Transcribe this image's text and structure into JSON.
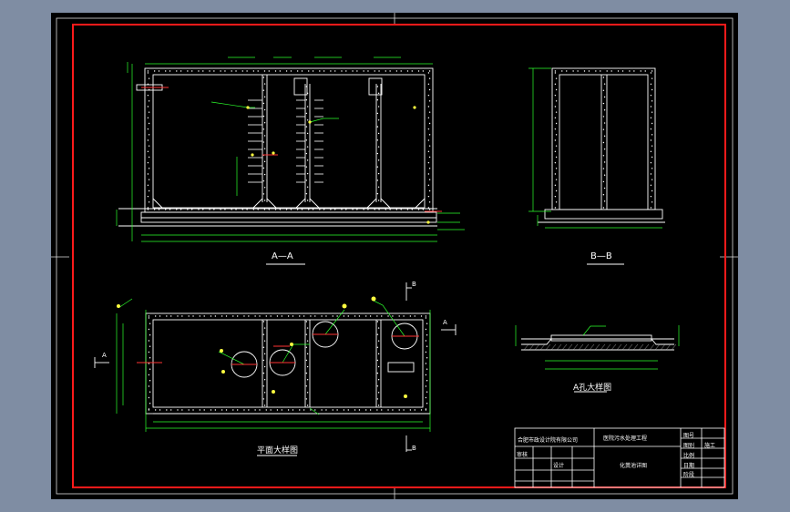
{
  "colors": {
    "background": "#7f8da3",
    "sheet": "#000000",
    "frame_red": "#ff1a1a",
    "linework": "#ffffff",
    "dimension": "#2cff2c",
    "callout": "#ffff40",
    "section_cut": "#ff3333"
  },
  "views": {
    "section_aa": {
      "title": "A—A"
    },
    "section_bb": {
      "title": "B—B"
    },
    "plan": {
      "title": "平面大样图",
      "marker_a": "A",
      "marker_b": "B"
    },
    "detail": {
      "title": "A孔大样图"
    }
  },
  "title_block": {
    "company": "合肥市政设计院有限公司",
    "project": "医院污水处理工程",
    "drawing": "化粪池详图",
    "checked_label": "审核",
    "designed_label": "设计",
    "drawing_no_label": "图号",
    "stage_label": "阶段",
    "scale_label": "比例",
    "date_label": "日期",
    "sheet_label": "图别",
    "sheet_value": "施工"
  }
}
